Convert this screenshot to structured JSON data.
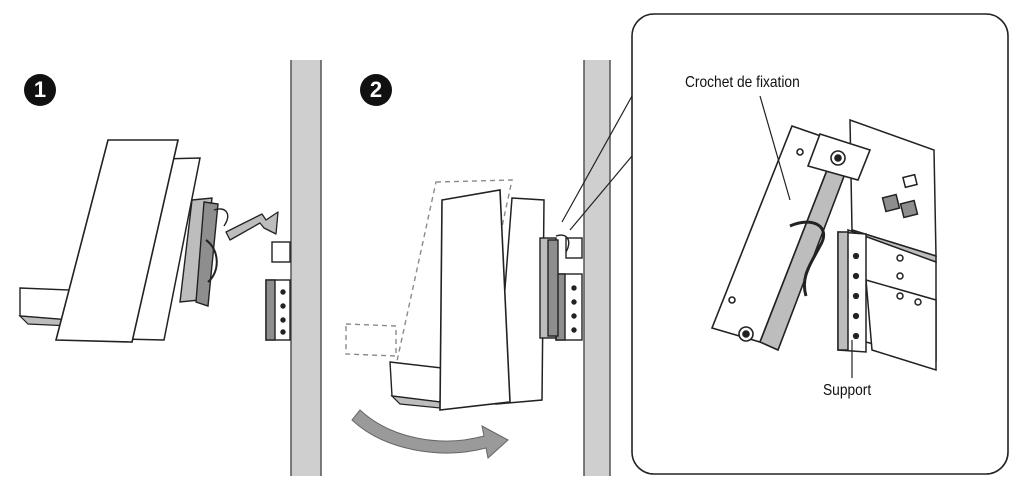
{
  "steps": [
    {
      "number": "1"
    },
    {
      "number": "2"
    }
  ],
  "callout": {
    "label_bracket": "Crochet de fixation",
    "label_support": "Support"
  },
  "colors": {
    "line": "#222222",
    "wall": "#cfcfcf",
    "wall_edge": "#555555",
    "panel": "#ffffff",
    "shade": "#bdbdbd",
    "dark_shade": "#8e8e8e",
    "arrow": "#9a9a9a",
    "dash": "#8a8a8a"
  }
}
